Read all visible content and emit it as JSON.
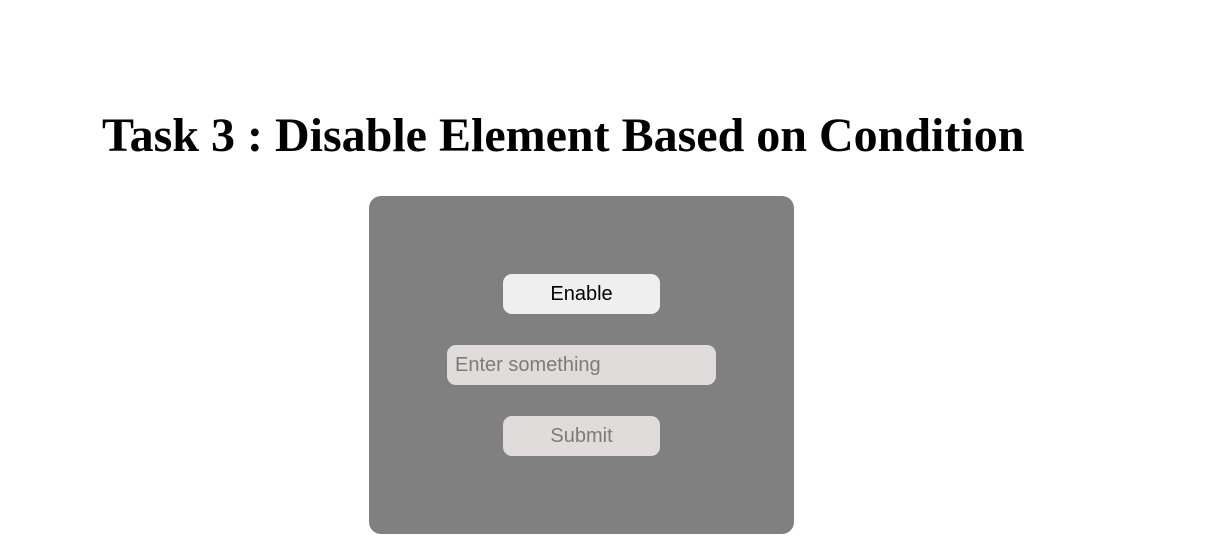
{
  "page": {
    "title": "Task 3 : Disable Element Based on Condition"
  },
  "form": {
    "enable_button_label": "Enable",
    "input_placeholder": "Enter something",
    "input_value": "",
    "input_disabled": true,
    "submit_button_label": "Submit",
    "submit_disabled": true
  },
  "colors": {
    "panel_background": "#808080",
    "enable_button_background": "#efefef",
    "disabled_background": "#e0dcdc",
    "disabled_text": "#7b7b7b"
  }
}
